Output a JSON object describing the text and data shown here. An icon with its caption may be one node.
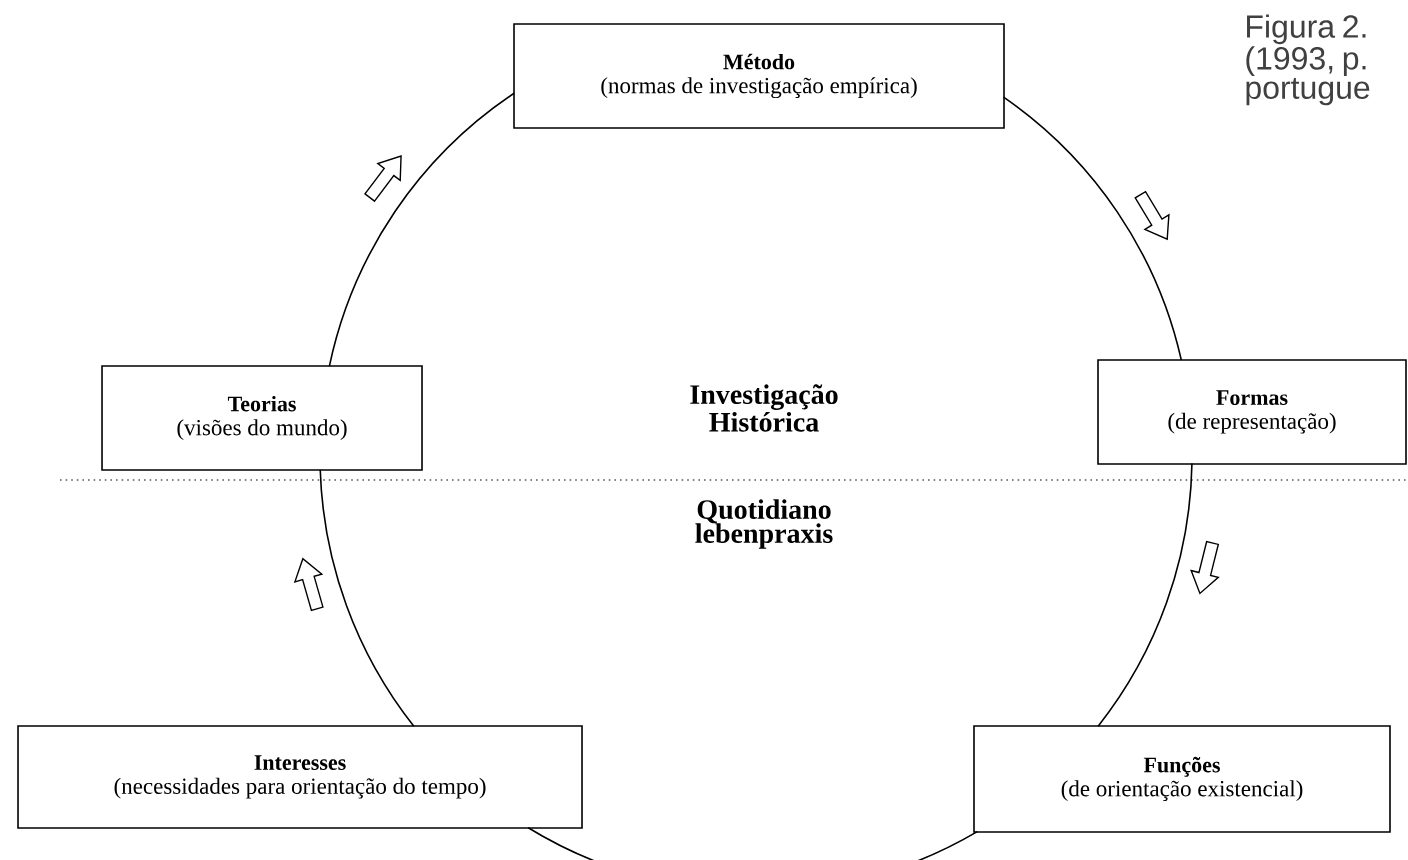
{
  "diagram": {
    "caption": "Figura 2. (1993, p. portugue",
    "nodes": [
      {
        "text": [
          "Método",
          "(normas de investigação empírica)"
        ]
      },
      {
        "text": [
          "Teorias",
          "(visões do mundo)"
        ]
      },
      {
        "text": [
          "Formas",
          "(de representação)"
        ]
      },
      {
        "text": [
          "Interesses",
          "(necessidades para orientação do tempo)"
        ]
      },
      {
        "text": [
          "Funções",
          "(de orientação existencial)"
        ]
      }
    ],
    "edges": [
      {
        "from": 1,
        "to": 0,
        "arrow": "none"
      },
      {
        "from": 0,
        "to": 2,
        "arrow": "none"
      },
      {
        "from": 2,
        "to": 4,
        "arrow": "none"
      },
      {
        "from": 4,
        "to": 3,
        "arrow": "none"
      },
      {
        "from": 3,
        "to": 1,
        "arrow": "none"
      }
    ],
    "labels": [
      "Investigação Histórica",
      "Quotidiano lebenpraxis"
    ]
  }
}
